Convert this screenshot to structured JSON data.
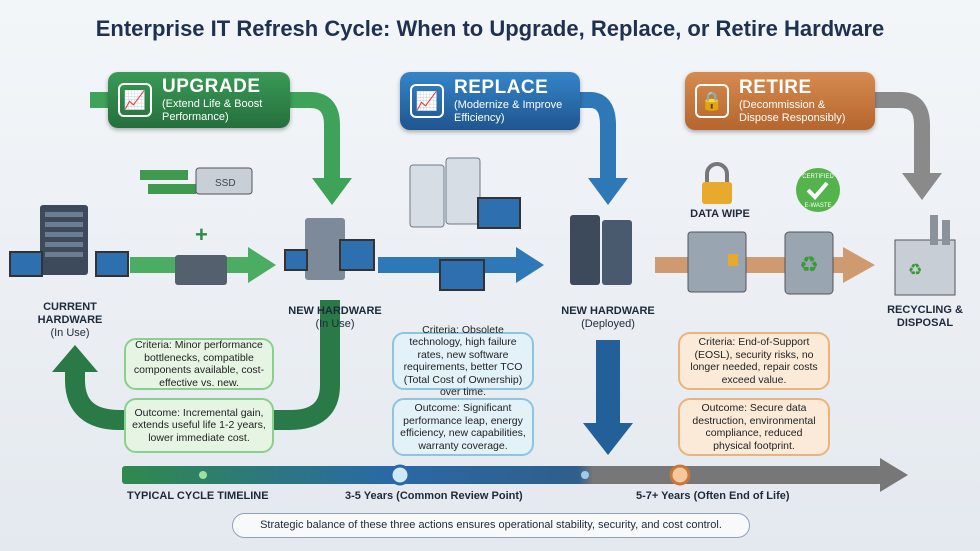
{
  "title": "Enterprise IT Refresh Cycle: When to Upgrade, Replace, or Retire Hardware",
  "colors": {
    "upgrade": "#2f8a4c",
    "replace": "#2a69a6",
    "retire": "#c8773d",
    "title": "#1f3150"
  },
  "upgrade": {
    "title": "UPGRADE",
    "subtitle": "(Extend Life & Boost Performance)",
    "icon": "chart-up-icon",
    "criteria": "Criteria: Minor performance bottlenecks, compatible components available, cost-effective vs. new.",
    "outcome": "Outcome: Incremental gain, extends useful life 1-2 years, lower immediate cost."
  },
  "replace": {
    "title": "REPLACE",
    "subtitle": "(Modernize & Improve Efficiency)",
    "icon": "chart-up-icon",
    "criteria": "Criteria: Obsolete technology, high failure rates, new software requirements, better TCO (Total Cost of Ownership) over time.",
    "outcome": "Outcome: Significant performance leap, energy efficiency, new capabilities, warranty coverage."
  },
  "retire": {
    "title": "RETIRE",
    "subtitle": "(Decommission & Dispose Responsibly)",
    "icon": "lock-icon",
    "criteria": "Criteria: End-of-Support (EOSL), security risks, no longer needed, repair costs exceed value.",
    "outcome": "Outcome: Secure data destruction, environmental compliance, reduced physical footprint."
  },
  "labels": {
    "current": "CURRENT HARDWARE",
    "current_sub": "(In Use)",
    "new_in_use": "NEW HARDWARE",
    "new_in_use_sub": "(In Use)",
    "new_deployed": "NEW HARDWARE",
    "new_deployed_sub": "(Deployed)",
    "recycling": "RECYCLING & DISPOSAL",
    "data_wipe": "DATA WIPE",
    "ssd": "SSD",
    "plus": "+",
    "badge_top": "CERTIFIED",
    "badge_bottom": "E-WASTE"
  },
  "timeline": {
    "label": "TYPICAL CYCLE TIMELINE",
    "mid": "3-5 Years (Common Review Point)",
    "end": "5-7+ Years (Often End of Life)"
  },
  "footer": "Strategic balance of these three actions ensures operational stability, security, and cost control."
}
